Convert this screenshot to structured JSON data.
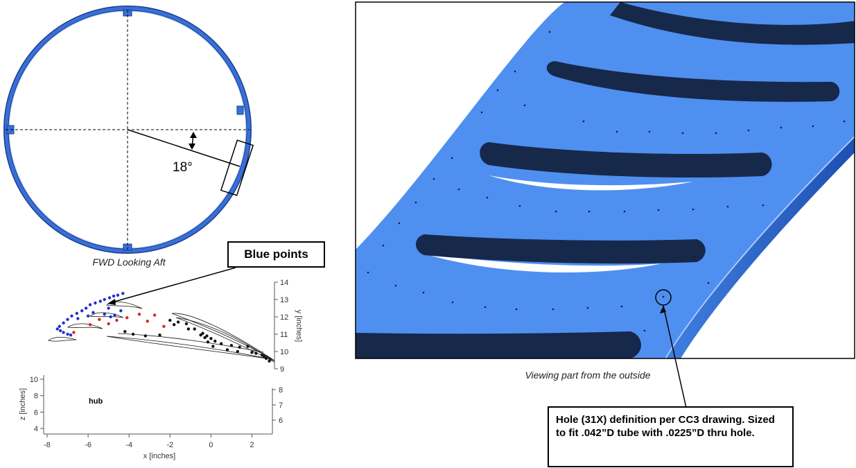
{
  "ring_view": {
    "caption": "FWD Looking Aft",
    "angle_label": "18°",
    "ring_color": "#3a6fd8"
  },
  "callouts": {
    "blue_points": "Blue points",
    "hole_definition": "Hole (31X) definition per CC3 drawing. Sized to fit .042”D tube with .0225”D thru hole."
  },
  "part_view": {
    "caption": "Viewing part from the outside",
    "part_color": "#4f8ff0",
    "slot_color": "#16294a"
  },
  "chart_data": {
    "type": "scatter",
    "hub_label": "hub",
    "xlabel": "x [inches]",
    "ylabel": "y [inches]",
    "zlabel": "z [inches]",
    "x_ticks": [
      "-8",
      "-6",
      "-4",
      "-2",
      "0",
      "2"
    ],
    "y_ticks": [
      "9",
      "10",
      "11",
      "12",
      "13",
      "14"
    ],
    "z_ticks_left": [
      "4",
      "6",
      "8",
      "10"
    ],
    "z_ticks_right": [
      "6",
      "7",
      "8"
    ],
    "series": [
      {
        "name": "blue",
        "color": "#1f2fd0",
        "points": [
          [
            -4.3,
            13.35
          ],
          [
            -4.55,
            13.25
          ],
          [
            -4.75,
            13.2
          ],
          [
            -4.95,
            13.1
          ],
          [
            -5.2,
            13.0
          ],
          [
            -5.4,
            12.9
          ],
          [
            -5.65,
            12.8
          ],
          [
            -5.9,
            12.7
          ],
          [
            -6.1,
            12.5
          ],
          [
            -6.3,
            12.35
          ],
          [
            -6.55,
            12.2
          ],
          [
            -6.8,
            12.05
          ],
          [
            -7.0,
            11.85
          ],
          [
            -7.2,
            11.65
          ],
          [
            -7.4,
            11.45
          ],
          [
            -7.5,
            11.3
          ],
          [
            -7.35,
            11.2
          ],
          [
            -7.2,
            11.1
          ],
          [
            -7.0,
            11.0
          ],
          [
            -6.85,
            10.95
          ],
          [
            -5.2,
            12.15
          ],
          [
            -4.7,
            12.1
          ],
          [
            -4.4,
            12.35
          ],
          [
            -4.9,
            12.0
          ],
          [
            -6.0,
            12.05
          ],
          [
            -6.5,
            11.9
          ],
          [
            -5.75,
            12.25
          ],
          [
            -5.0,
            12.5
          ]
        ]
      },
      {
        "name": "red",
        "color": "#e02020",
        "points": [
          [
            -5.45,
            11.85
          ],
          [
            -5.0,
            11.6
          ],
          [
            -4.6,
            11.8
          ],
          [
            -4.1,
            11.95
          ],
          [
            -3.5,
            12.15
          ],
          [
            -2.75,
            12.1
          ],
          [
            -5.9,
            11.55
          ],
          [
            -6.7,
            11.1
          ],
          [
            -2.3,
            11.45
          ],
          [
            -3.1,
            11.75
          ]
        ]
      },
      {
        "name": "black",
        "color": "#111111",
        "points": [
          [
            -4.2,
            11.15
          ],
          [
            -3.8,
            11.0
          ],
          [
            -3.2,
            10.9
          ],
          [
            -2.5,
            10.95
          ],
          [
            -2.0,
            11.8
          ],
          [
            -1.6,
            11.7
          ],
          [
            -1.2,
            11.6
          ],
          [
            -0.8,
            11.3
          ],
          [
            -0.4,
            11.05
          ],
          [
            -0.2,
            10.9
          ],
          [
            0.0,
            10.75
          ],
          [
            0.2,
            10.6
          ],
          [
            0.5,
            10.45
          ],
          [
            1.0,
            10.35
          ],
          [
            1.4,
            10.25
          ],
          [
            1.8,
            10.3
          ],
          [
            2.2,
            9.9
          ],
          [
            2.5,
            9.8
          ],
          [
            2.7,
            9.6
          ],
          [
            2.85,
            9.45
          ],
          [
            -0.5,
            10.95
          ],
          [
            -0.3,
            10.8
          ],
          [
            -1.8,
            11.55
          ],
          [
            -1.1,
            11.3
          ],
          [
            0.8,
            10.1
          ],
          [
            1.3,
            10.0
          ],
          [
            0.1,
            10.3
          ],
          [
            -0.15,
            10.55
          ],
          [
            2.0,
            9.95
          ],
          [
            2.6,
            9.7
          ]
        ]
      }
    ]
  }
}
